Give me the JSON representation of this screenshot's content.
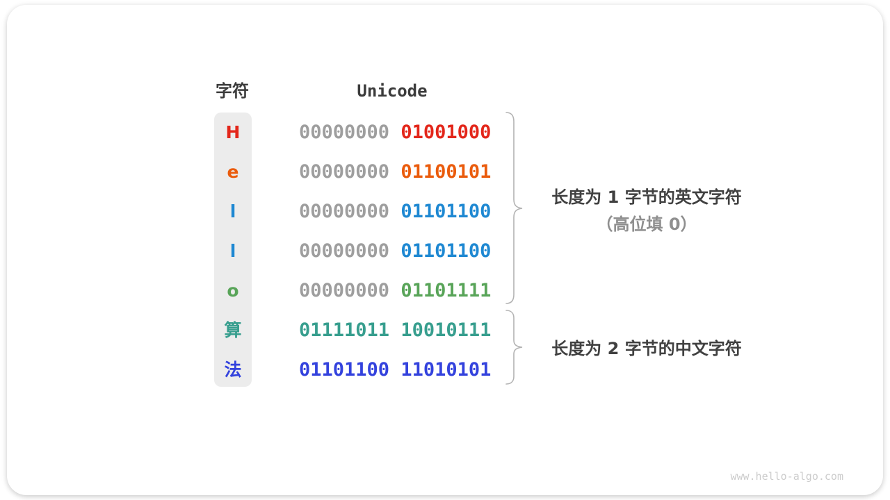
{
  "table": {
    "char_header": "字符",
    "unicode_header": "Unicode",
    "rows": [
      {
        "char": "H",
        "char_color": "#e3261a",
        "byte1": "00000000",
        "byte1_color": "#9e9e9e",
        "byte2": "01001000",
        "byte2_color": "#e3261a"
      },
      {
        "char": "e",
        "char_color": "#ea5b0c",
        "byte1": "00000000",
        "byte1_color": "#9e9e9e",
        "byte2": "01100101",
        "byte2_color": "#ea5b0c"
      },
      {
        "char": "l",
        "char_color": "#1e88d2",
        "byte1": "00000000",
        "byte1_color": "#9e9e9e",
        "byte2": "01101100",
        "byte2_color": "#1e88d2"
      },
      {
        "char": "l",
        "char_color": "#1e88d2",
        "byte1": "00000000",
        "byte1_color": "#9e9e9e",
        "byte2": "01101100",
        "byte2_color": "#1e88d2"
      },
      {
        "char": "o",
        "char_color": "#58a458",
        "byte1": "00000000",
        "byte1_color": "#9e9e9e",
        "byte2": "01101111",
        "byte2_color": "#58a458"
      },
      {
        "char": "算",
        "char_color": "#379e8e",
        "byte1": "01111011",
        "byte1_color": "#379e8e",
        "byte2": "10010111",
        "byte2_color": "#379e8e"
      },
      {
        "char": "法",
        "char_color": "#3342dd",
        "byte1": "01101100",
        "byte1_color": "#3342dd",
        "byte2": "11010101",
        "byte2_color": "#3342dd"
      }
    ]
  },
  "annotations": {
    "english": {
      "line1": "长度为 1 字节的英文字符",
      "line2": "（高位填 0）"
    },
    "chinese": {
      "line1": "长度为 2 字节的中文字符"
    }
  },
  "watermark": "www.hello-algo.com",
  "colors": {
    "card_bg": "#ffffff",
    "char_column_bg": "#ececec",
    "header_text": "#3b3b3b",
    "muted_binary": "#9e9e9e",
    "annotation_text": "#404040",
    "annotation_muted": "#8f8f8f",
    "brace": "#b3b3b3",
    "watermark": "#cccccc"
  }
}
